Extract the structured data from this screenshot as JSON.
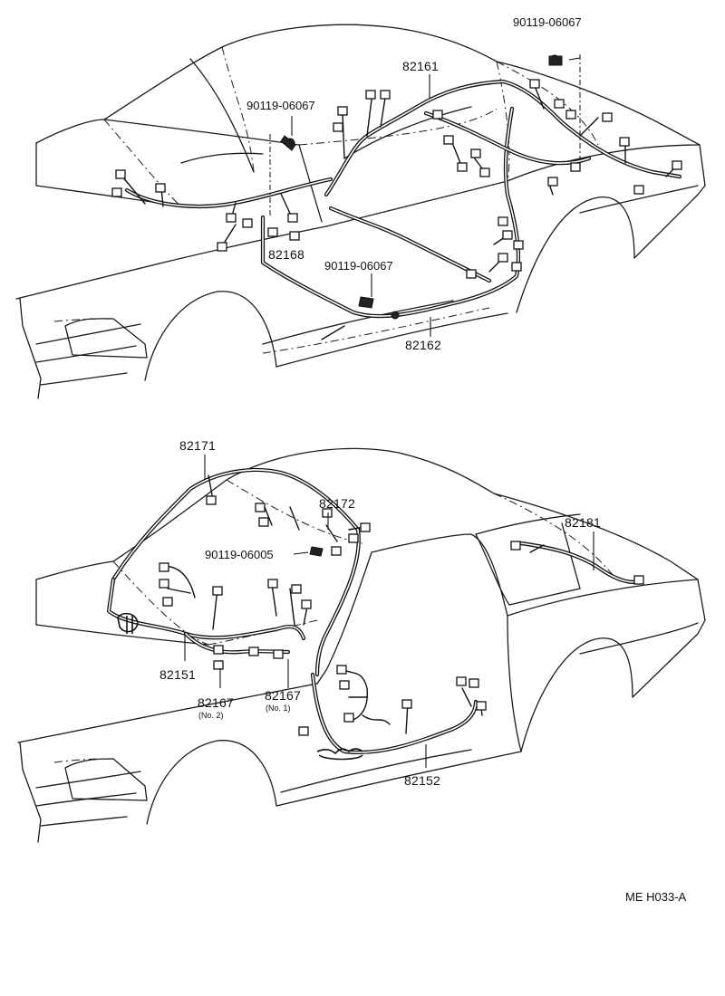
{
  "top_view": {
    "labels": {
      "p82161": "82161",
      "p82162": "82162",
      "p82168": "82168",
      "bolt_top_right": "90119-06067",
      "bolt_top_left": "90119-06067",
      "bolt_mid": "90119-06067"
    }
  },
  "bottom_view": {
    "labels": {
      "p82171": "82171",
      "p82172": "82172",
      "p82181": "82181",
      "p82151": "82151",
      "p82152": "82152",
      "p82167_no2": "82167",
      "p82167_no2_sub": "(No. 2)",
      "p82167_no1": "82167",
      "p82167_no1_sub": "(No. 1)",
      "bolt": "90119-06005"
    }
  },
  "drawing_code": "ME H033-A"
}
